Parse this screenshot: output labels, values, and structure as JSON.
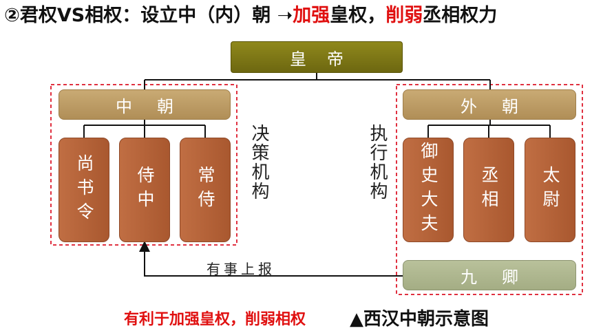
{
  "title": {
    "prefix": "②君权VS相权：设立中（内）朝 ➝",
    "red1": "加强",
    "mid": "皇权，",
    "red2": "削弱",
    "suffix": "丞相权力"
  },
  "emperor": "皇帝",
  "inner_court": {
    "label": "中朝",
    "role": "决策机构",
    "officials": [
      "尚书令",
      "侍中",
      "常侍"
    ]
  },
  "outer_court": {
    "label": "外朝",
    "role": "执行机构",
    "officials": [
      "御史大夫",
      "丞相",
      "太尉"
    ],
    "ministers": "九卿"
  },
  "report_label": "有事上报",
  "conclusion": "有利于加强皇权，削弱相权",
  "caption": "▲西汉中朝示意图",
  "colors": {
    "emperor": "#7e7816",
    "court": "#bf9f68",
    "official": "#b5633a",
    "ministers": "#aeb68e",
    "dashed_border": "#e03040",
    "accent_red": "#e01010"
  }
}
